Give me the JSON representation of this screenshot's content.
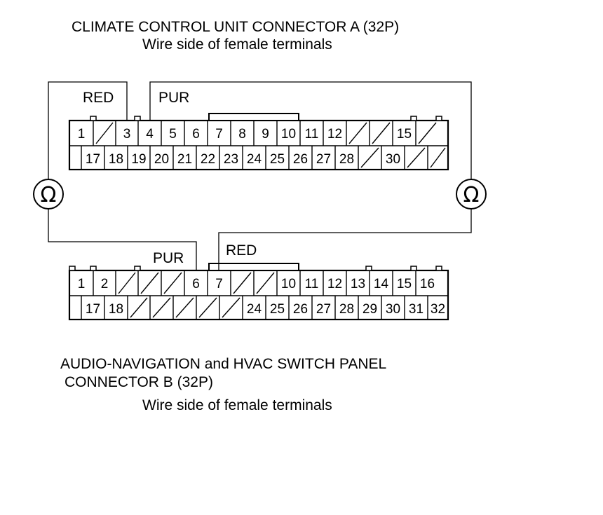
{
  "connector_a": {
    "title": "CLIMATE CONTROL UNIT CONNECTOR A (32P)",
    "subtitle": "Wire side of female terminals",
    "top_row": [
      "1",
      "",
      "3",
      "4",
      "5",
      "6",
      "7",
      "8",
      "9",
      "10",
      "11",
      "12",
      "",
      "",
      "15",
      ""
    ],
    "bottom_row": [
      "",
      "17",
      "18",
      "19",
      "20",
      "21",
      "22",
      "23",
      "24",
      "25",
      "26",
      "27",
      "28",
      "",
      "30",
      "",
      ""
    ],
    "wire_labels": {
      "left": "RED",
      "right": "PUR"
    }
  },
  "connector_b": {
    "title_line1": "AUDIO-NAVIGATION and HVAC SWITCH PANEL",
    "title_line2": "CONNECTOR B (32P)",
    "subtitle": "Wire side of female terminals",
    "top_row": [
      "1",
      "2",
      "",
      "",
      "",
      "6",
      "7",
      "",
      "",
      "10",
      "11",
      "12",
      "13",
      "14",
      "15",
      "16"
    ],
    "bottom_row": [
      "",
      "17",
      "18",
      "",
      "",
      "",
      "",
      "",
      "24",
      "25",
      "26",
      "27",
      "28",
      "29",
      "30",
      "31",
      "32"
    ],
    "wire_labels": {
      "left": "PUR",
      "right": "RED"
    }
  },
  "meters": {
    "left": "Ω",
    "right": "Ω"
  }
}
